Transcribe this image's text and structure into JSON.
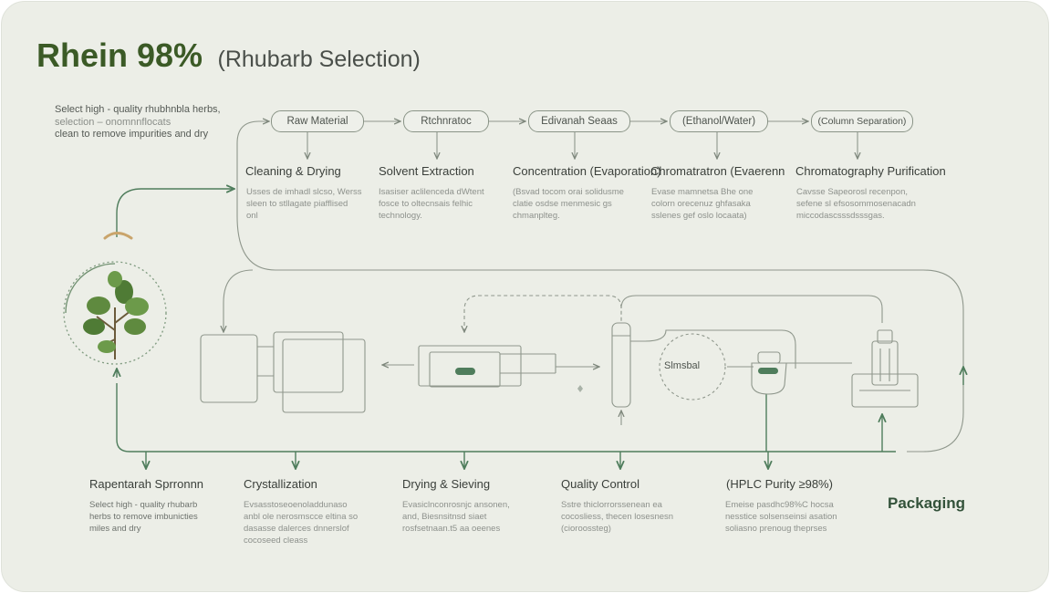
{
  "title": {
    "main": "Rhein 98%",
    "sub": "(Rhubarb Selection)"
  },
  "intro": [
    "Select high - quality rhubhnbla herbs,",
    "selection – onomnnflocats",
    "clean to remove impurities and dry"
  ],
  "top_pills": [
    "Raw Material",
    "Rtchnratoc",
    "Edivanah Seaas",
    "(Ethanol/Water)",
    "(Column Separation)"
  ],
  "top_steps": [
    {
      "title": "Cleaning & Drying",
      "desc": [
        "Usses de imhadl slcso, Werss",
        "sleen to stllagate piafflised",
        "onl"
      ]
    },
    {
      "title": "Solvent Extraction",
      "desc": [
        "Isasiser aclilenceda dWtent",
        "fosce to oltecnsais felhic",
        "technology."
      ]
    },
    {
      "title": "Concentration (Evaporation)",
      "desc": [
        "(Bsvad tocom orai solidusme",
        "clatie osdse menmesic gs",
        "chmanplteg."
      ]
    },
    {
      "title": "Chromatratron (Evaerenn",
      "desc": [
        "Evase mamnetsa Bhe one",
        "colorn orecenuz ghfasaka",
        "sslenes gef oslo locaata)"
      ]
    },
    {
      "title": "Chromatography Purification",
      "desc": [
        "Cavsse Sapeorosl recenpon,",
        "sefene sl efsosommosenacadn",
        "miccodascsssdsssgas."
      ]
    }
  ],
  "middle": {
    "separator_label": "Slmsbal"
  },
  "bottom_steps": [
    {
      "title": "Rapentarah Sprronnn",
      "desc": [
        "Select high - quality rhubarb",
        "herbs to remove imbunicties",
        "miles and dry"
      ]
    },
    {
      "title": "Crystallization",
      "desc": [
        "Evsasstoseoenoladdunaso",
        "anbl ole nerosmscce eltina so",
        "dasasse dalerces dnnerslof",
        "cocoseed cleass"
      ]
    },
    {
      "title": "Drying & Sieving",
      "desc": [
        "Evasiclnconrosnjc ansonen,",
        "and, Biesnsitnsd siaet",
        "rosfsetnaan.t5 aa oeenes"
      ]
    },
    {
      "title": "Quality Control",
      "desc": [
        "Sstre thiclorrorssenean ea",
        "cocosliess, thecen losesnesn",
        "(cioroossteg)"
      ]
    },
    {
      "title": "(HPLC Purity ≥98%)",
      "desc": [
        "Emeise pasdhc98%C hocsa",
        "nesstice solsenseinsi asation",
        "soliasno prenoug theprses"
      ]
    }
  ],
  "packaging": "Packaging",
  "colors": {
    "accent_green": "#3b5a26",
    "line_gray": "#8f978c",
    "card_bg": "#eceee7"
  }
}
